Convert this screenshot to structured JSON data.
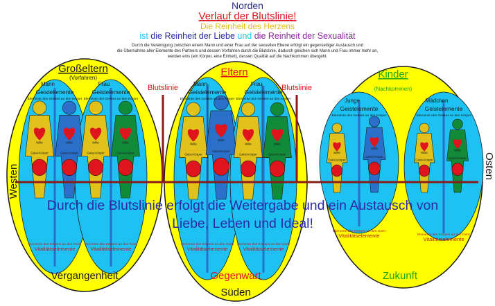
{
  "header": {
    "north": "Norden",
    "title": "Verlauf der Blutslinie!",
    "subtitle": "Die Reinheit des Herzens",
    "tagline": {
      "part1": "ist",
      "part2": " die Reinheit der Liebe ",
      "part3": "und",
      "part4": " die Reinheit der Sexualität"
    },
    "description": [
      "Durch die Vereinigung zwischen einem Mann und einer Frau auf der sexuellen Ebene erfolgt ein gegenseitiger Austausch und",
      "die Übernahme aller Elemente des Partners und dessen Vorfahren durch die Blutslinie, dadurch gleichen sich Mann und Frau immer mehr an,",
      "werden eins (ein Körper, eine Einheit), dessen Qualität auf die Nachkommen übergeht."
    ]
  },
  "directions": {
    "west": "Westen",
    "east": "Osten",
    "south": "Süden"
  },
  "bloodline_label": "Blutslinie",
  "groups": [
    {
      "title": "Großeltern",
      "subtitle": "(Vorfahren)",
      "time": "Vergangenheit",
      "figures": [
        "Mann",
        "Frau"
      ],
      "colors": {
        "title": "#1a1a1a",
        "time": "#1a1a1a"
      }
    },
    {
      "title": "Eltern",
      "subtitle": "",
      "time": "Gegenwart",
      "figures": [
        "Mann",
        "Frau"
      ],
      "colors": {
        "title": "#e0141c",
        "time": "#e0141c"
      }
    },
    {
      "title": "Kinder",
      "subtitle": "(Nachkommen)",
      "time": "Zukunft",
      "figures": [
        "Junge",
        "Mädchen"
      ],
      "colors": {
        "title": "#1aa51a",
        "time": "#1aa51a"
      }
    }
  ],
  "figure_labels": {
    "mind": "Geistelemente",
    "mind_to_body": "Elemente des Geistes an den Körper",
    "body_to_mind": "Elemente des Körpers an den Geist",
    "vital": "Vitalitätselemente",
    "mind_body": "Geist-Körper",
    "will": "Wille"
  },
  "main_message": {
    "line1": "Durch die Blutslinie erfolgt die Weitergabe und ein Austausch von",
    "line2": "Liebe, Leben und Ideal!"
  },
  "colors": {
    "oval_fill": "#ffff00",
    "oval_stroke": "#1a1a1a",
    "body_fill": "#1ec2f2",
    "male_figure": "#2a6fc9",
    "female_figure": "#e2c21a",
    "girl_figure": "#118a3a",
    "heart": "#e0141c",
    "core": "#e0141c",
    "bloodline": "#8b1a1a",
    "north": "#2a2a8c",
    "title": "#e0141c",
    "subtitle": "#e8b812",
    "blue_text": "#2a2aa8",
    "purple_text": "#8a2a9a"
  }
}
